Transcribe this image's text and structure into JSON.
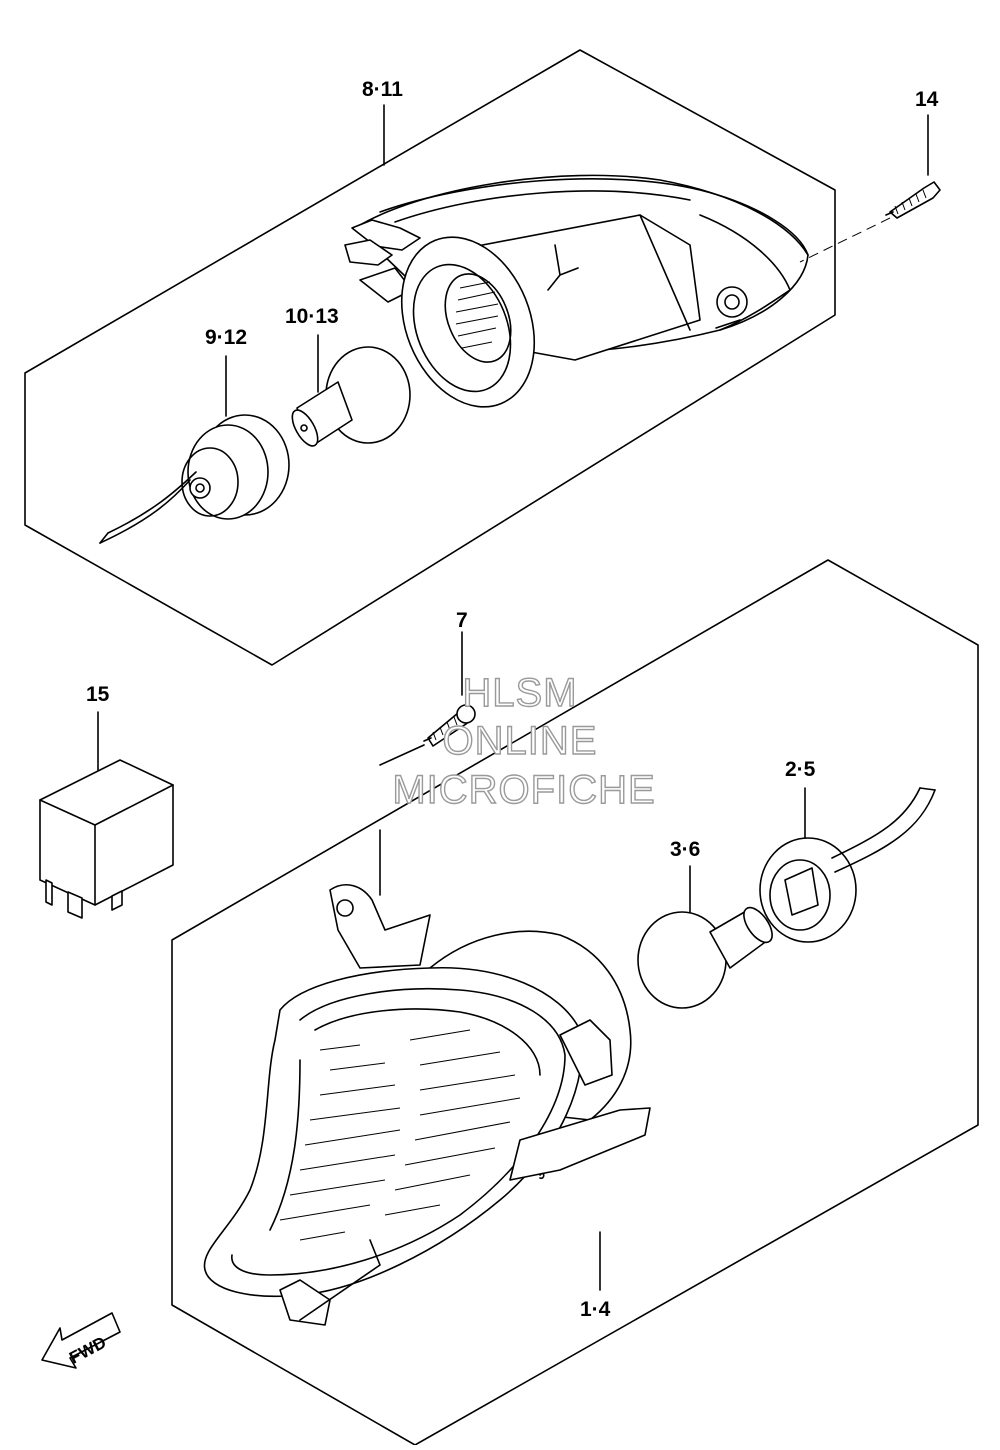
{
  "diagram": {
    "callouts": {
      "upper_assembly": "8·11",
      "screw_upper": "14",
      "socket_upper": "9·12",
      "bulb_upper": "10·13",
      "screw_lower": "7",
      "relay": "15",
      "socket_lower": "2·5",
      "bulb_lower": "3·6",
      "lower_assembly": "1·4"
    },
    "direction_label": "FWD",
    "watermark": [
      "HLSM",
      "ONLINE",
      "MICROFICHE"
    ]
  }
}
